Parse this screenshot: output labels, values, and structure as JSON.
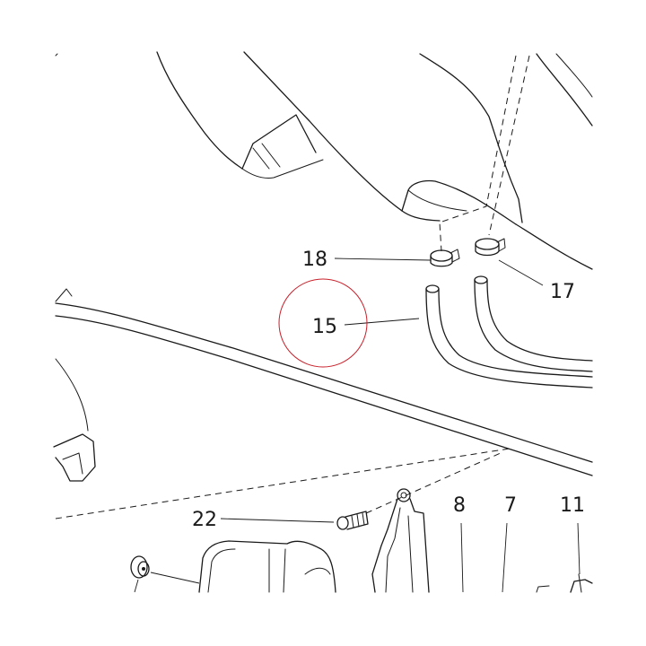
{
  "diagram": {
    "callouts": [
      {
        "id": "18",
        "text": "18"
      },
      {
        "id": "15",
        "text": "15"
      },
      {
        "id": "17",
        "text": "17"
      },
      {
        "id": "22",
        "text": "22"
      },
      {
        "id": "8",
        "text": "8"
      },
      {
        "id": "7",
        "text": "7"
      },
      {
        "id": "11",
        "text": "11"
      }
    ],
    "highlight_color": "#c8202a",
    "line_color": "#1a1a1a",
    "background_color": "#ffffff"
  }
}
